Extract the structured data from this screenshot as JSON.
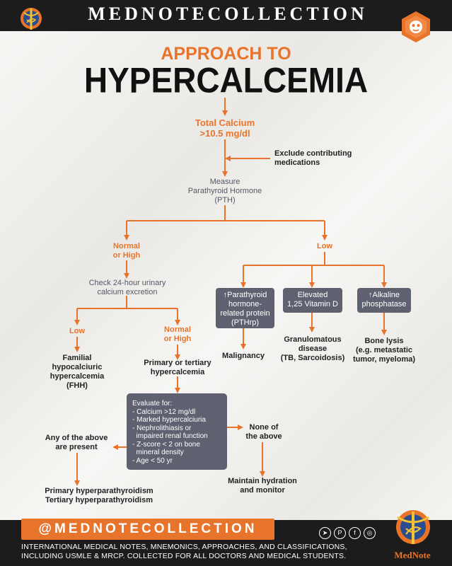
{
  "brand": {
    "top_title": "MEDNOTECOLLECTION",
    "handle": "@MEDNOTECOLLECTION",
    "footer_line1": "INTERNATIONAL MEDICAL NOTES, MNEMONICS, APPROACHES, AND CLASSIFICATIONS,",
    "footer_line2": "INCLUDING USMLE & MRCP.  COLLECTED  FOR  ALL DOCTORS AND MEDICAL STUDENTS.",
    "logo_text": "MedNote",
    "social_icons": [
      "telegram-icon",
      "pinterest-icon",
      "facebook-icon",
      "instagram-icon"
    ],
    "colors": {
      "accent": "#e8742b",
      "dark": "#1c1c1c",
      "box": "#5f6170"
    }
  },
  "title": {
    "small": "APPROACH TO",
    "big": "HYPERCALCEMIA"
  },
  "flow": {
    "start_line1": "Total Calcium",
    "start_line2": ">10.5 mg/dl",
    "exclude_line1": "Exclude contributing",
    "exclude_line2": "medications",
    "measure_line1": "Measure",
    "measure_line2": "Parathyroid Hormone",
    "measure_line3": "(PTH)",
    "normal_high_line1": "Normal",
    "normal_high_line2": "or High",
    "low": "Low",
    "check_line1": "Check 24-hour urinary",
    "check_line2": "calcium excretion",
    "low2": "Low",
    "normal_high2_line1": "Normal",
    "normal_high2_line2": "or High",
    "fhh_line1": "Familial",
    "fhh_line2": "hypocalciuric",
    "fhh_line3": "hypercalcemia",
    "fhh_line4": "(FHH)",
    "primary_tertiary_line1": "Primary or tertiary",
    "primary_tertiary_line2": "hypercalcemia",
    "pthrp_line1": "↑Parathyroid",
    "pthrp_line2": "hormone-",
    "pthrp_line3": "related protein",
    "pthrp_line4": "(PTHrp)",
    "vitd_line1": "Elevated",
    "vitd_line2": "1,25 Vitamin D",
    "alk_line1": "↑Alkaline",
    "alk_line2": "phosphatase",
    "malignancy": "Malignancy",
    "granulomatous_line1": "Granulomatous",
    "granulomatous_line2": "disease",
    "granulomatous_line3": "(TB, Sarcoidosis)",
    "bone_line1": "Bone lysis",
    "bone_line2": "(e.g. metastatic",
    "bone_line3": "tumor, myeloma)",
    "evaluate_title": "Evaluate for:",
    "evaluate_items": [
      "- Calcium >12 mg/dl",
      "- Marked hypercalciuria",
      "- Nephrolithiasis or",
      "  impaired renal function",
      "- Z-score < 2 on bone",
      "  mineral density",
      "- Age < 50 yr"
    ],
    "any_line1": "Any of the above",
    "any_line2": "are present",
    "none_line1": "None of",
    "none_line2": "the above",
    "result_line1": "Primary hyperparathyroidism",
    "result_line2": "Tertiary hyperparathyroidism",
    "maintain_line1": "Maintain hydration",
    "maintain_line2": "and monitor"
  }
}
